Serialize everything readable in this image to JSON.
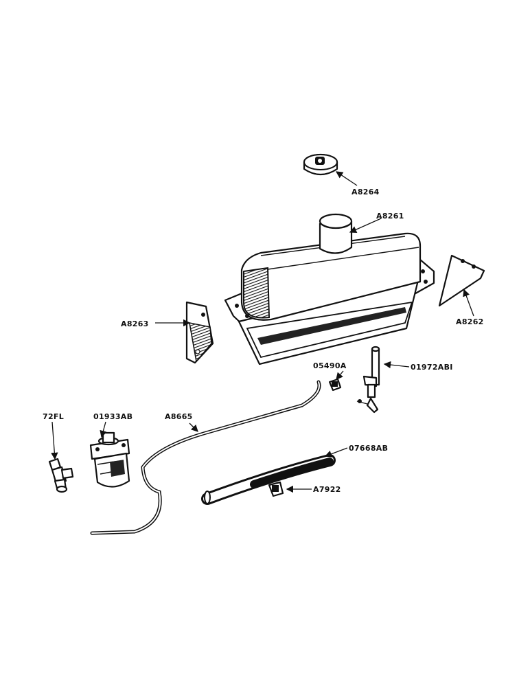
{
  "parts": [
    {
      "id": "A8264",
      "label": "A8264"
    },
    {
      "id": "A8261",
      "label": "A8261"
    },
    {
      "id": "A8262",
      "label": "A8262"
    },
    {
      "id": "A8263",
      "label": "A8263"
    },
    {
      "id": "05490A",
      "label": "05490A"
    },
    {
      "id": "01972AB1",
      "label": "01972ABI"
    },
    {
      "id": "72FL",
      "label": "72FL"
    },
    {
      "id": "01933AB",
      "label": "01933AB"
    },
    {
      "id": "A8665",
      "label": "A8665"
    },
    {
      "id": "07668AB",
      "label": "07668AB"
    },
    {
      "id": "A7922",
      "label": "A7922"
    }
  ],
  "colors": {
    "ink": "#111111",
    "paper": "#ffffff"
  }
}
